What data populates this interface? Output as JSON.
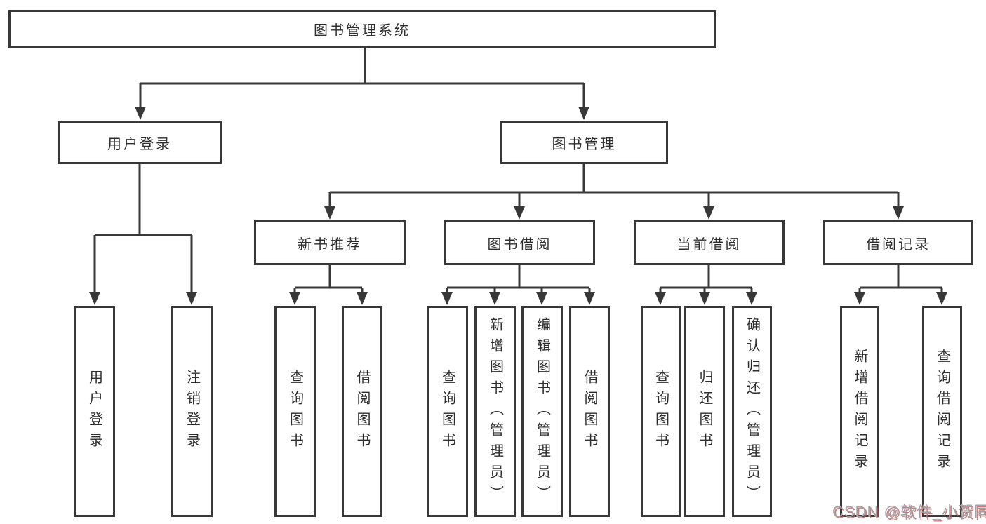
{
  "diagram": {
    "title": "图书管理系统",
    "type": "hierarchy-tree",
    "tree": {
      "label": "图书管理系统",
      "children": [
        {
          "label": "用户登录",
          "children": [
            {
              "label": "用户登录"
            },
            {
              "label": "注销登录"
            }
          ]
        },
        {
          "label": "图书管理",
          "children": [
            {
              "label": "新书推荐",
              "children": [
                {
                  "label": "查询图书"
                },
                {
                  "label": "借阅图书"
                }
              ]
            },
            {
              "label": "图书借阅",
              "children": [
                {
                  "label": "查询图书"
                },
                {
                  "label": "新增图书（管理员）"
                },
                {
                  "label": "编辑图书（管理员）"
                },
                {
                  "label": "借阅图书"
                }
              ]
            },
            {
              "label": "当前借阅",
              "children": [
                {
                  "label": "查询图书"
                },
                {
                  "label": "归还图书"
                },
                {
                  "label": "确认归还（管理员）"
                }
              ]
            },
            {
              "label": "借阅记录",
              "children": [
                {
                  "label": "新增借阅记录"
                },
                {
                  "label": "查询借阅记录"
                }
              ]
            }
          ]
        }
      ]
    }
  },
  "watermark": {
    "text": "CSDN @软件_小贺同学"
  },
  "colors": {
    "background": "#ffffff",
    "line": "#383838",
    "box_border": "#383838",
    "text": "#2d2d2d",
    "watermark_gray": "#a2a2a7",
    "watermark_red": "#bb5454"
  }
}
